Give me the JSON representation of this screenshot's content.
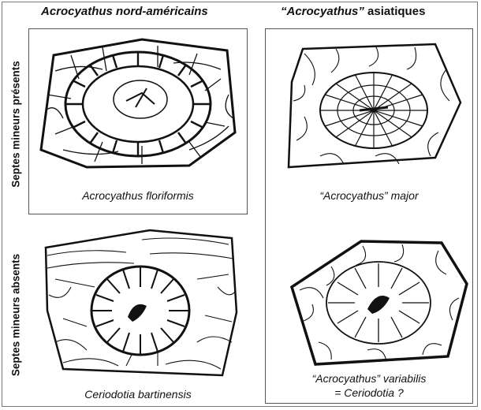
{
  "columns": {
    "left": "Acrocyathus nord-américains",
    "right_quoted": "“Acrocyathus”",
    "right_rest": " asiatiques"
  },
  "rows": {
    "top": "Septes mineurs présents",
    "bottom": "Septes mineurs absents"
  },
  "specimens": {
    "top_left": "Acrocyathus floriformis",
    "top_right": "“Acrocyathus” major",
    "bottom_left": "Ceriodotia bartinensis",
    "bottom_right_line1": "“Acrocyathus” variabilis",
    "bottom_right_line2": "= Ceriodotia ?"
  },
  "colors": {
    "ink": "#111111",
    "frame": "#777777"
  }
}
